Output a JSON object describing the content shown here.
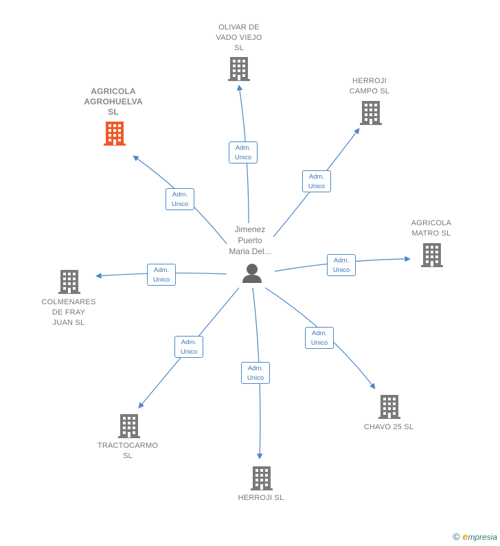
{
  "center": {
    "name": "Jimenez\nPuerto\nMaria Del..."
  },
  "edge_label": "Adm.\nUnico",
  "colors": {
    "edge": "#4a86c8",
    "building": "#7a7a7a",
    "highlight": "#f05a28"
  },
  "companies": [
    {
      "id": "olivar",
      "name": "OLIVAR DE\nVADO VIEJO\nSL",
      "highlight": false
    },
    {
      "id": "herroji-campo",
      "name": "HERROJI\nCAMPO SL",
      "highlight": false
    },
    {
      "id": "agrohuelva",
      "name": "AGRICOLA\nAGROHUELVA\nSL",
      "highlight": true
    },
    {
      "id": "matro",
      "name": "AGRICOLA\nMATRO SL",
      "highlight": false
    },
    {
      "id": "colmenares",
      "name": "COLMENARES\nDE FRAY\nJUAN SL",
      "highlight": false
    },
    {
      "id": "chavo",
      "name": "CHAVO 25 SL",
      "highlight": false
    },
    {
      "id": "tractocarmo",
      "name": "TRACTOCARMO\nSL",
      "highlight": false
    },
    {
      "id": "herroji",
      "name": "HERROJI SL",
      "highlight": false
    }
  ],
  "footer": {
    "copyright": "©",
    "brand_initial": "e",
    "brand_rest": "mpresia"
  }
}
